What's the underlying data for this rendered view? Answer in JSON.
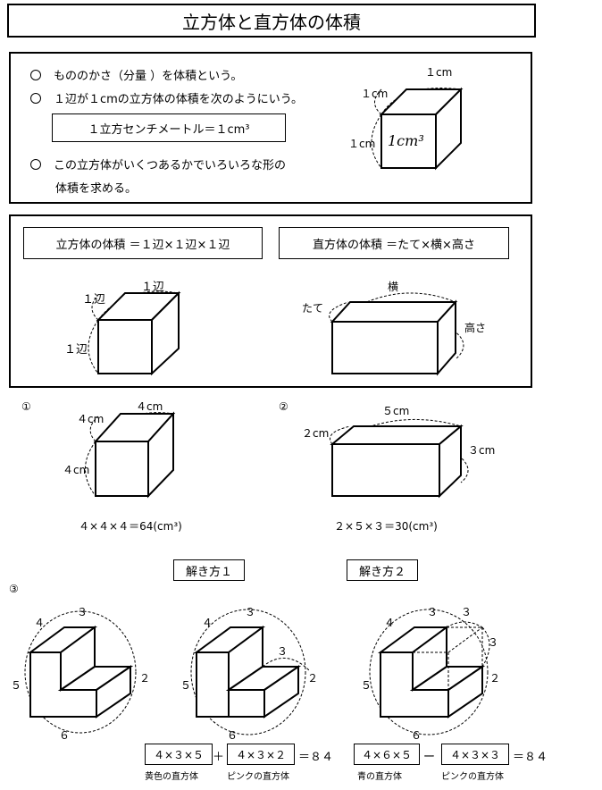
{
  "title": "立方体と直方体の体積",
  "intro": {
    "bullet1": "もののかさ（分量 ）を体積という。",
    "bullet2": "１辺が１cmの立方体の体積を次のようにいう。",
    "definition": "１立方センチメートル＝１cm³",
    "bullet3_line1": "この立方体がいくつあるかでいろいろな形の",
    "bullet3_line2": "体積を求める。",
    "cube_top": "１cm",
    "cube_side": "１cm",
    "cube_height": "１cm",
    "cube_face": "1cm³"
  },
  "formulas": {
    "cube_formula": "立方体の体積 ＝１辺×１辺×１辺",
    "cuboid_formula": "直方体の体積 ＝たて×横×高さ",
    "cube_edge_top": "１辺",
    "cube_edge_side": "１辺",
    "cube_edge_height": "１辺",
    "cuboid_width": "横",
    "cuboid_depth": "たて",
    "cuboid_height": "高さ"
  },
  "problem1": {
    "num": "①",
    "top": "４cm",
    "side": "４cm",
    "height": "４cm",
    "answer": "４×４×４＝64(cm³)"
  },
  "problem2": {
    "num": "②",
    "top": "５cm",
    "side": "２cm",
    "height": "３cm",
    "answer": "２×５×３＝30(cm³)"
  },
  "methods": {
    "method1": "解き方１",
    "method2": "解き方２"
  },
  "problem3": {
    "num": "③",
    "fig1": {
      "a": "４",
      "b": "３",
      "c": "５",
      "d": "２",
      "e": "６"
    },
    "fig2": {
      "a": "４",
      "b": "３",
      "c": "５",
      "d": "３",
      "e": "２",
      "f": "６"
    },
    "fig3": {
      "a": "４",
      "b": "３",
      "c": "３",
      "d": "３",
      "e": "５",
      "f": "２",
      "g": "６"
    },
    "eq1": {
      "box1": "４×３×５",
      "op": "＋",
      "box2": "４×３×２",
      "result": "＝８４",
      "label1": "黄色の直方体",
      "label2": "ピンクの直方体"
    },
    "eq2": {
      "box1": "４×６×５",
      "op": "ー",
      "box2": "４×３×３",
      "result": "＝８４",
      "label1": "青の直方体",
      "label2": "ピンクの直方体"
    }
  }
}
